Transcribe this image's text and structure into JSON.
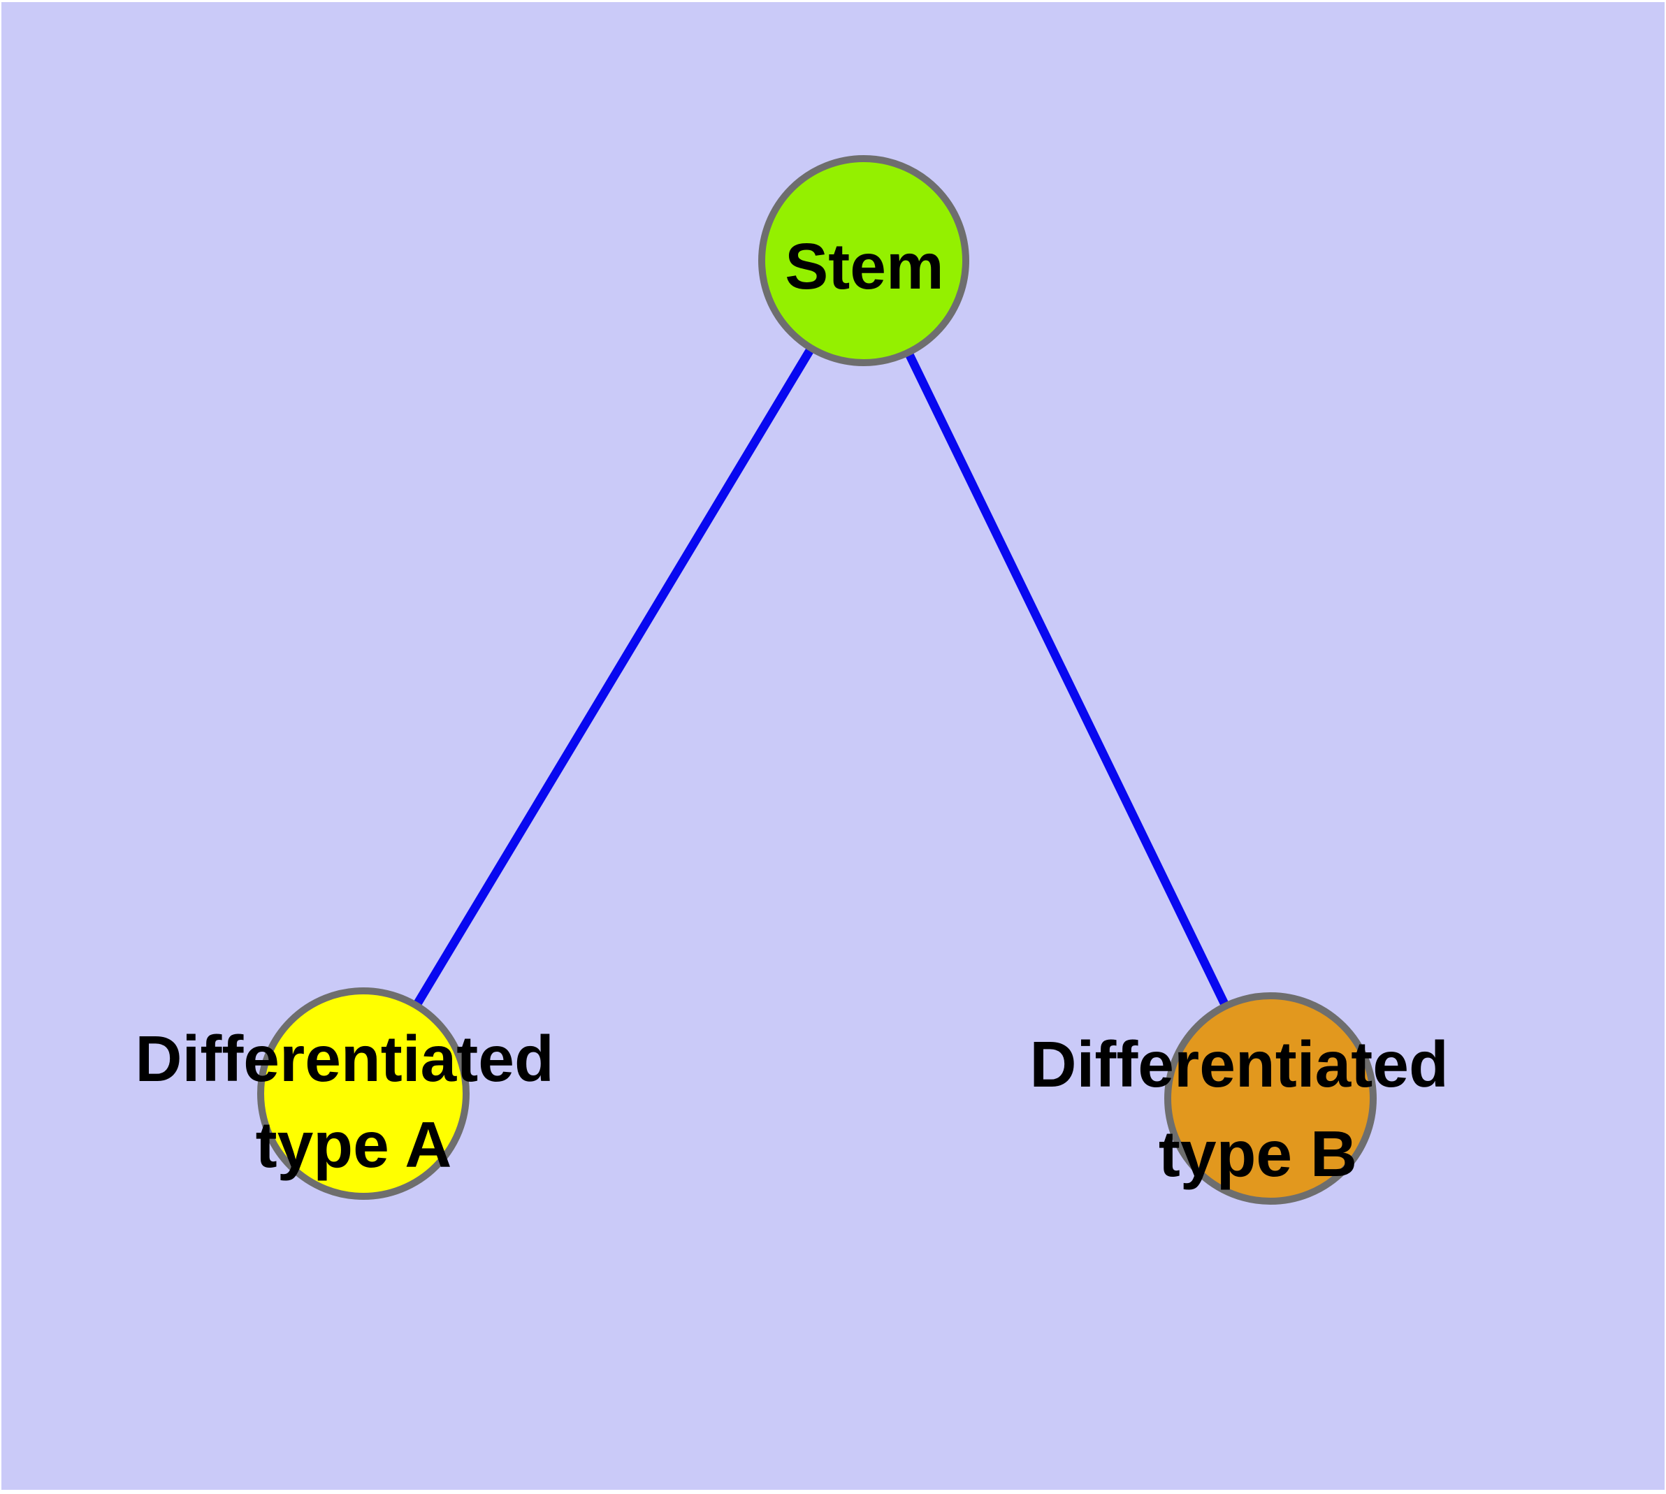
{
  "figure": {
    "background_color": "#cacaf8",
    "frame_color": "#ffffff",
    "edge_color": "#0808f0",
    "node_border_color": "#6e6e6e",
    "label_color": "#000000",
    "nodes": [
      {
        "id": "stem",
        "label": "Stem",
        "lines": [
          "Stem"
        ],
        "fill": "#94f000"
      },
      {
        "id": "differentiated-type-a",
        "label": "Differentiated type A",
        "lines": [
          "Differentiated",
          "type A"
        ],
        "fill": "#ffff00"
      },
      {
        "id": "differentiated-type-b",
        "label": "Differentiated type B",
        "lines": [
          "Differentiated",
          "type B"
        ],
        "fill": "#e2981e"
      }
    ],
    "edges": [
      {
        "from": "stem",
        "to": "differentiated-type-a"
      },
      {
        "from": "stem",
        "to": "differentiated-type-b"
      }
    ]
  }
}
